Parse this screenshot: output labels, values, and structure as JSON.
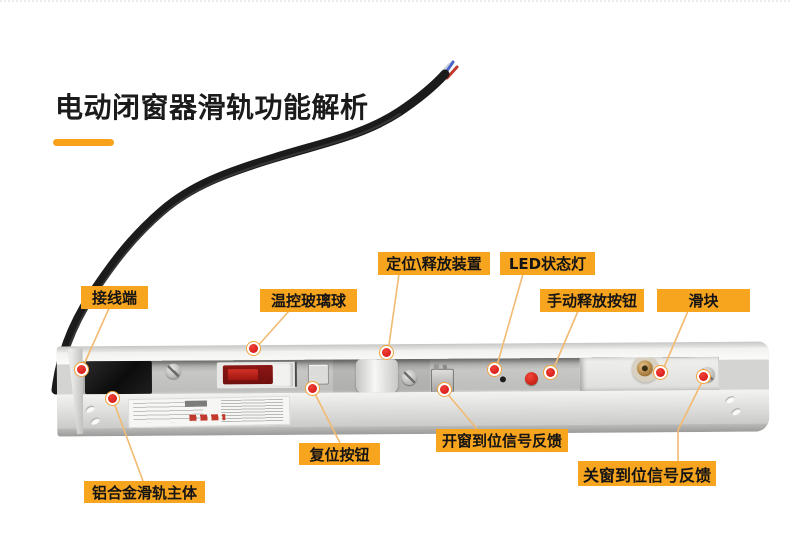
{
  "title": {
    "text": "电动闭窗器滑轨功能解析"
  },
  "colors": {
    "label_background": "#F7A41F",
    "title_accent_dash": "#F9A11B",
    "callout_dot": "#CE1111",
    "callout_line": "#F2BA72",
    "title_text": "#1B1B1B",
    "cable": "#1B1B1B"
  },
  "callouts": [
    {
      "id": "wiring-terminal",
      "label": "接线端"
    },
    {
      "id": "thermal-glass-bulb",
      "label": "温控玻璃球"
    },
    {
      "id": "positioning-release-device",
      "label": "定位\\释放装置"
    },
    {
      "id": "led-status-light",
      "label": "LED状态灯"
    },
    {
      "id": "manual-release-button",
      "label": "手动释放按钮"
    },
    {
      "id": "slider-block",
      "label": "滑块"
    },
    {
      "id": "reset-button",
      "label": "复位按钮"
    },
    {
      "id": "window-open-signal-feedback",
      "label": "开窗到位信号反馈"
    },
    {
      "id": "window-close-signal-feedback",
      "label": "关窗到位信号反馈"
    },
    {
      "id": "aluminum-rail-body",
      "label": "铝合金滑轨主体"
    }
  ]
}
